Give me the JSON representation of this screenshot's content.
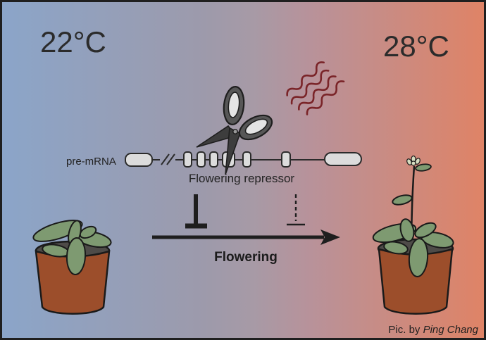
{
  "labels": {
    "left_temperature": "22°C",
    "right_temperature": "28°C",
    "premrna": "pre-mRNA",
    "repressor": "Flowering repressor",
    "arrow": "Flowering",
    "credit_prefix": "Pic. by ",
    "credit_author": "Ping Chang"
  },
  "gene_diagram": {
    "label": "pre-mRNA",
    "gene_name": "Flowering repressor",
    "intron_break_symbol": "//",
    "large_exon_count": 2,
    "small_exon_count": 6
  },
  "icons": [
    "scissors-icon",
    "heat-waves-icon",
    "inhibition-tbar-solid-icon",
    "inhibition-tbar-dashed-icon",
    "flowering-arrow-icon",
    "vegetative-plant-icon",
    "flowering-plant-icon"
  ],
  "colors": {
    "gradient_cool": "#8ba5c9",
    "gradient_mid": "#a79aa6",
    "gradient_warm": "#df8366",
    "border": "#1f1f1f",
    "ink": "#262626",
    "heat_wave": "#7a2428",
    "exon_fill": "#dcdcdc",
    "scissors_handle": "#575757",
    "scissors_blade": "#3d3d3d",
    "pot": "#9c4e2b",
    "soil": "#4e4b48",
    "leaf": "#7e9a71",
    "flower_bud": "#d6ddc0"
  }
}
